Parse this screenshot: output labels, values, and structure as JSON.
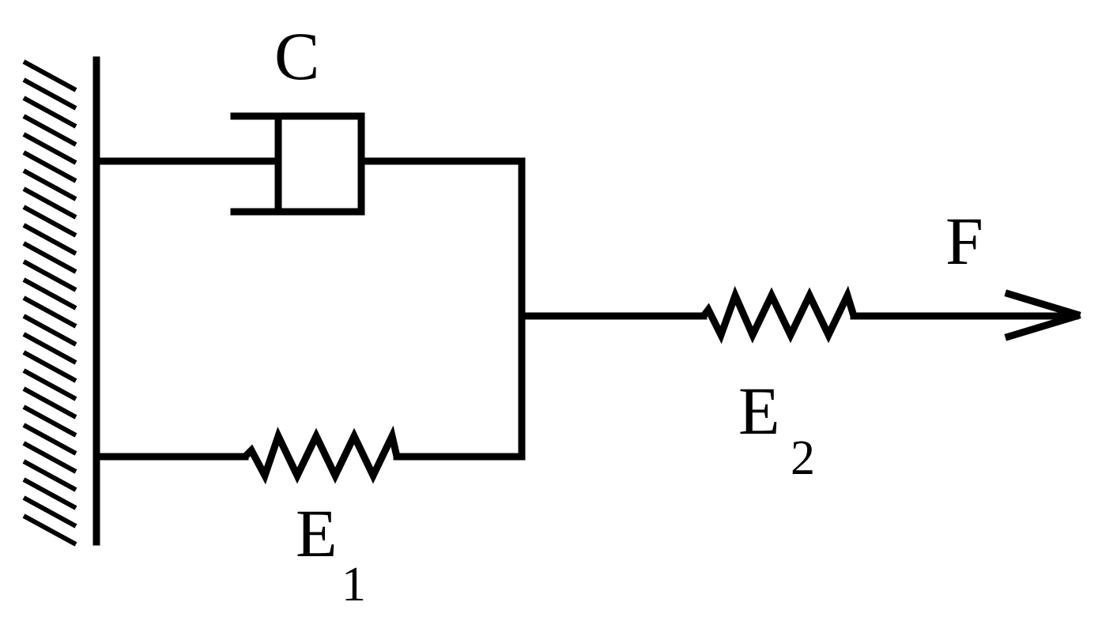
{
  "diagram": {
    "damper": {
      "label": "C"
    },
    "spring_parallel": {
      "label": "E",
      "subscript": "1"
    },
    "spring_series": {
      "label": "E",
      "subscript": "2"
    },
    "force": {
      "label": "F"
    }
  }
}
